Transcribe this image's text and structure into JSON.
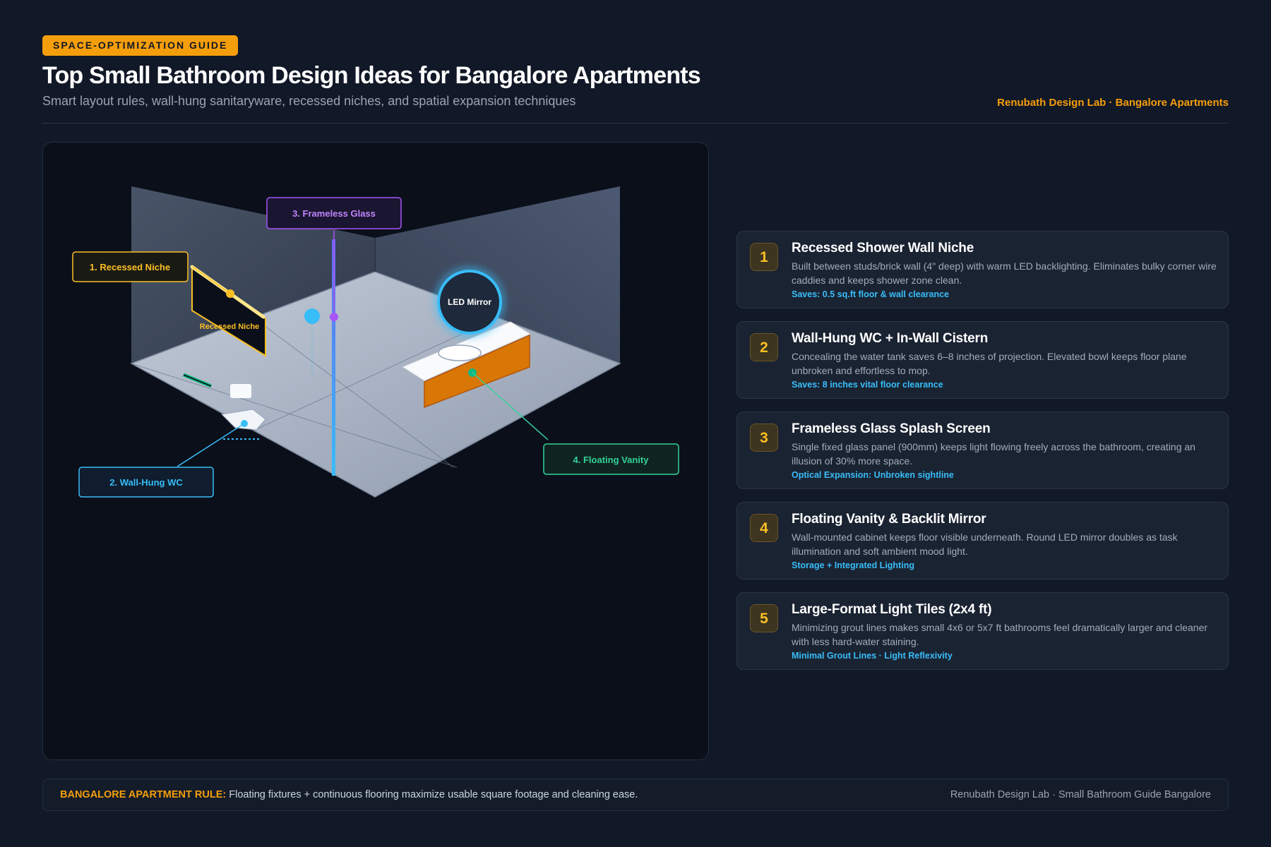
{
  "header": {
    "badge": "SPACE-OPTIMIZATION GUIDE",
    "title": "Top Small Bathroom Design Ideas for Bangalore Apartments",
    "subtitle": "Smart layout rules, wall-hung sanitaryware, recessed niches, and spatial expansion techniques",
    "brand": "Renubath Design Lab · Bangalore Apartments"
  },
  "diagram": {
    "labels": {
      "niche": "1. Recessed Niche",
      "wc": "2. Wall-Hung WC",
      "glass": "3. Frameless Glass",
      "vanity": "4. Floating Vanity"
    },
    "niche_text": "Recessed Niche",
    "mirror_text": "LED Mirror",
    "colors": {
      "niche": "#fbbf24",
      "wc": "#38bdf8",
      "glass": "#a855f7",
      "vanity": "#34d399",
      "vanity_cabinet": "#d97706"
    }
  },
  "cards": [
    {
      "num": "1",
      "title": "Recessed Shower Wall Niche",
      "desc": "Built between studs/brick wall (4\" deep) with warm LED backlighting. Eliminates bulky corner wire caddies and keeps shower zone clean.",
      "saves": "Saves: 0.5 sq.ft floor & wall clearance"
    },
    {
      "num": "2",
      "title": "Wall-Hung WC + In-Wall Cistern",
      "desc": "Concealing the water tank saves 6–8 inches of projection. Elevated bowl keeps floor plane unbroken and effortless to mop.",
      "saves": "Saves: 8 inches vital floor clearance"
    },
    {
      "num": "3",
      "title": "Frameless Glass Splash Screen",
      "desc": "Single fixed glass panel (900mm) keeps light flowing freely across the bathroom, creating an illusion of 30% more space.",
      "saves": "Optical Expansion: Unbroken sightline"
    },
    {
      "num": "4",
      "title": "Floating Vanity & Backlit Mirror",
      "desc": "Wall-mounted cabinet keeps floor visible underneath. Round LED mirror doubles as task illumination and soft ambient mood light.",
      "saves": "Storage + Integrated Lighting"
    },
    {
      "num": "5",
      "title": "Large-Format Light Tiles (2x4 ft)",
      "desc": "Minimizing grout lines makes small 4x6 or 5x7 ft bathrooms feel dramatically larger and cleaner with less hard-water staining.",
      "saves": "Minimal Grout Lines · Light Reflexivity"
    }
  ],
  "footer": {
    "rule_label": "BANGALORE APARTMENT RULE:",
    "rule_text": " Floating fixtures + continuous flooring maximize usable square footage and cleaning ease.",
    "credit": "Renubath Design Lab · Small Bathroom Guide Bangalore"
  }
}
